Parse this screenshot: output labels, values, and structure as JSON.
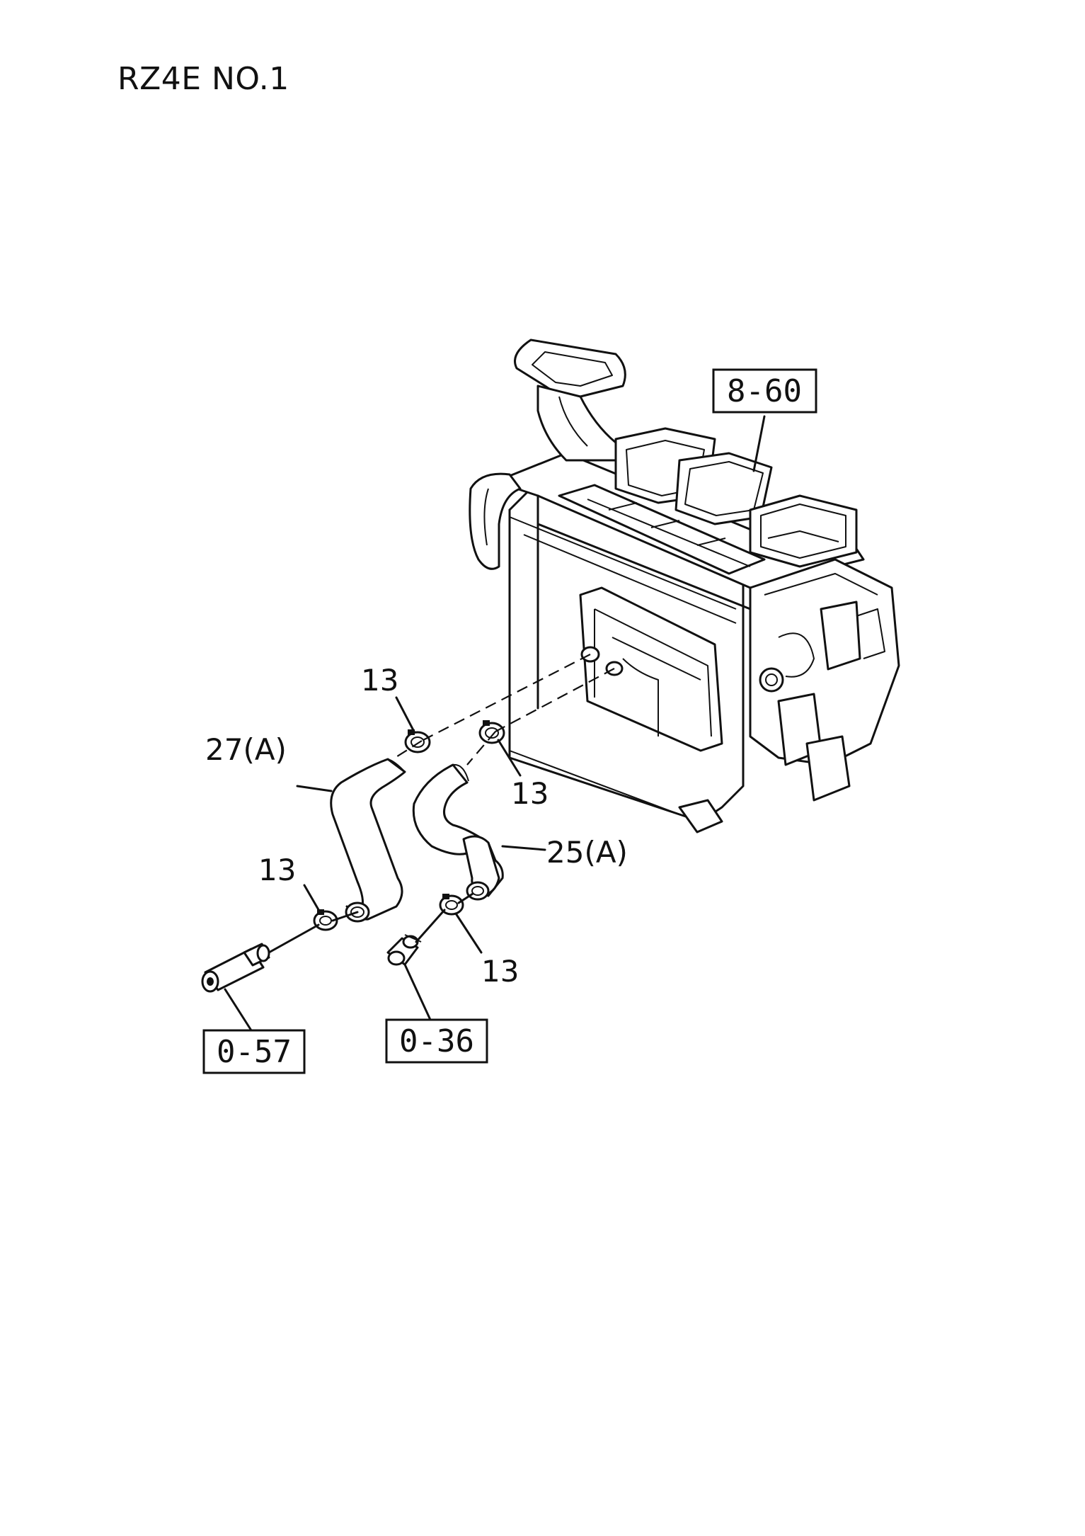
{
  "title": "RZ4E NO.1",
  "callouts": {
    "ref_860": "8-60",
    "ref_057": "0-57",
    "ref_036": "0-36",
    "part_27a": "27(A)",
    "part_25a": "25(A)",
    "clamp_a": "13",
    "clamp_b": "13",
    "clamp_c": "13",
    "clamp_d": "13"
  }
}
